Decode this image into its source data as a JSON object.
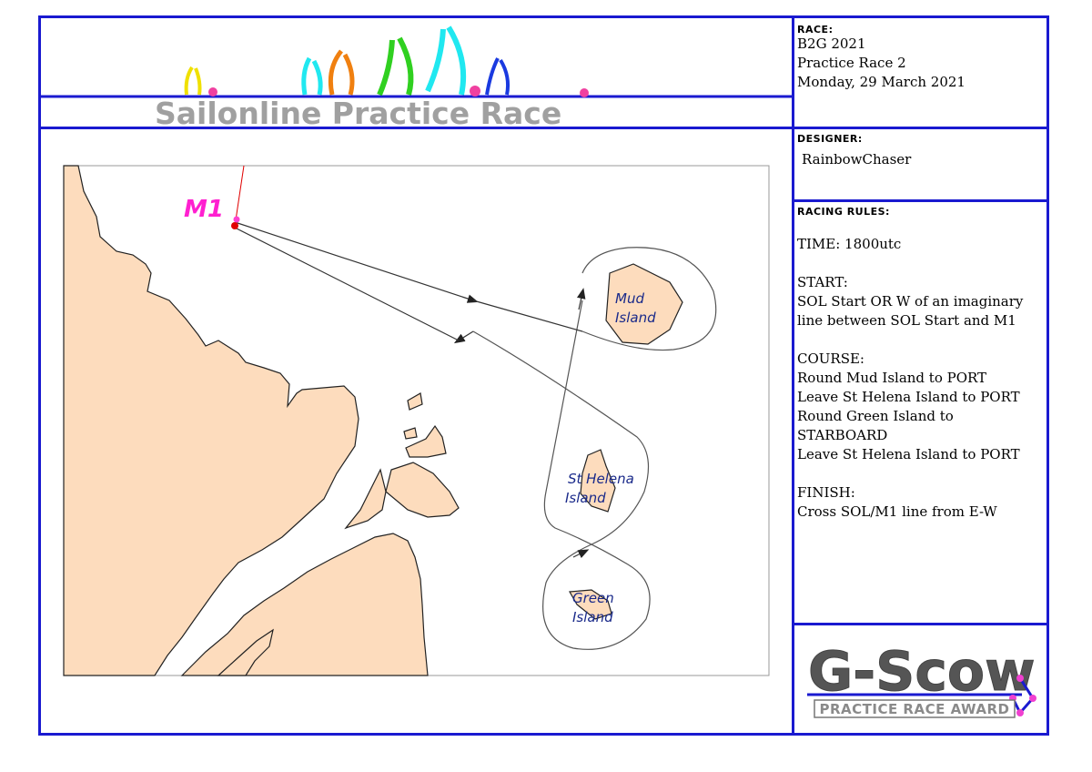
{
  "header": {
    "title": "Sailonline Practice Race"
  },
  "race": {
    "label": "RACE:",
    "name": "B2G 2021",
    "subtitle": "Practice Race 2",
    "date": "Monday, 29 March 2021"
  },
  "designer": {
    "label": "DESIGNER:",
    "name": "RainbowChaser"
  },
  "rules": {
    "label": "RACING RULES:",
    "time": "TIME: 1800utc",
    "start_title": "START:",
    "start_lines": [
      "SOL Start OR W of an imaginary",
      "line between SOL Start and M1"
    ],
    "course_title": "COURSE:",
    "course_lines": [
      "Round Mud Island to PORT",
      "Leave St Helena Island to PORT",
      "Round Green Island to",
      "STARBOARD",
      "Leave St Helena Island to PORT"
    ],
    "finish_title": "FINISH:",
    "finish_lines": [
      "Cross SOL/M1 line from E-W"
    ]
  },
  "map": {
    "mark": "M1",
    "islands": {
      "mud": [
        "Mud",
        "Island"
      ],
      "sthelena": [
        "St Helena",
        "Island"
      ],
      "green": [
        "Green",
        "Island"
      ]
    },
    "colors": {
      "land": "#fddcbd",
      "mark": "#ff20d0",
      "start": "#e00000",
      "route": "#333333"
    }
  },
  "award": {
    "title": "G-Scow",
    "subtitle": "PRACTICE RACE AWARD"
  },
  "colors": {
    "frame": "#1a1ad0",
    "header_text": "#a0a0a0"
  }
}
